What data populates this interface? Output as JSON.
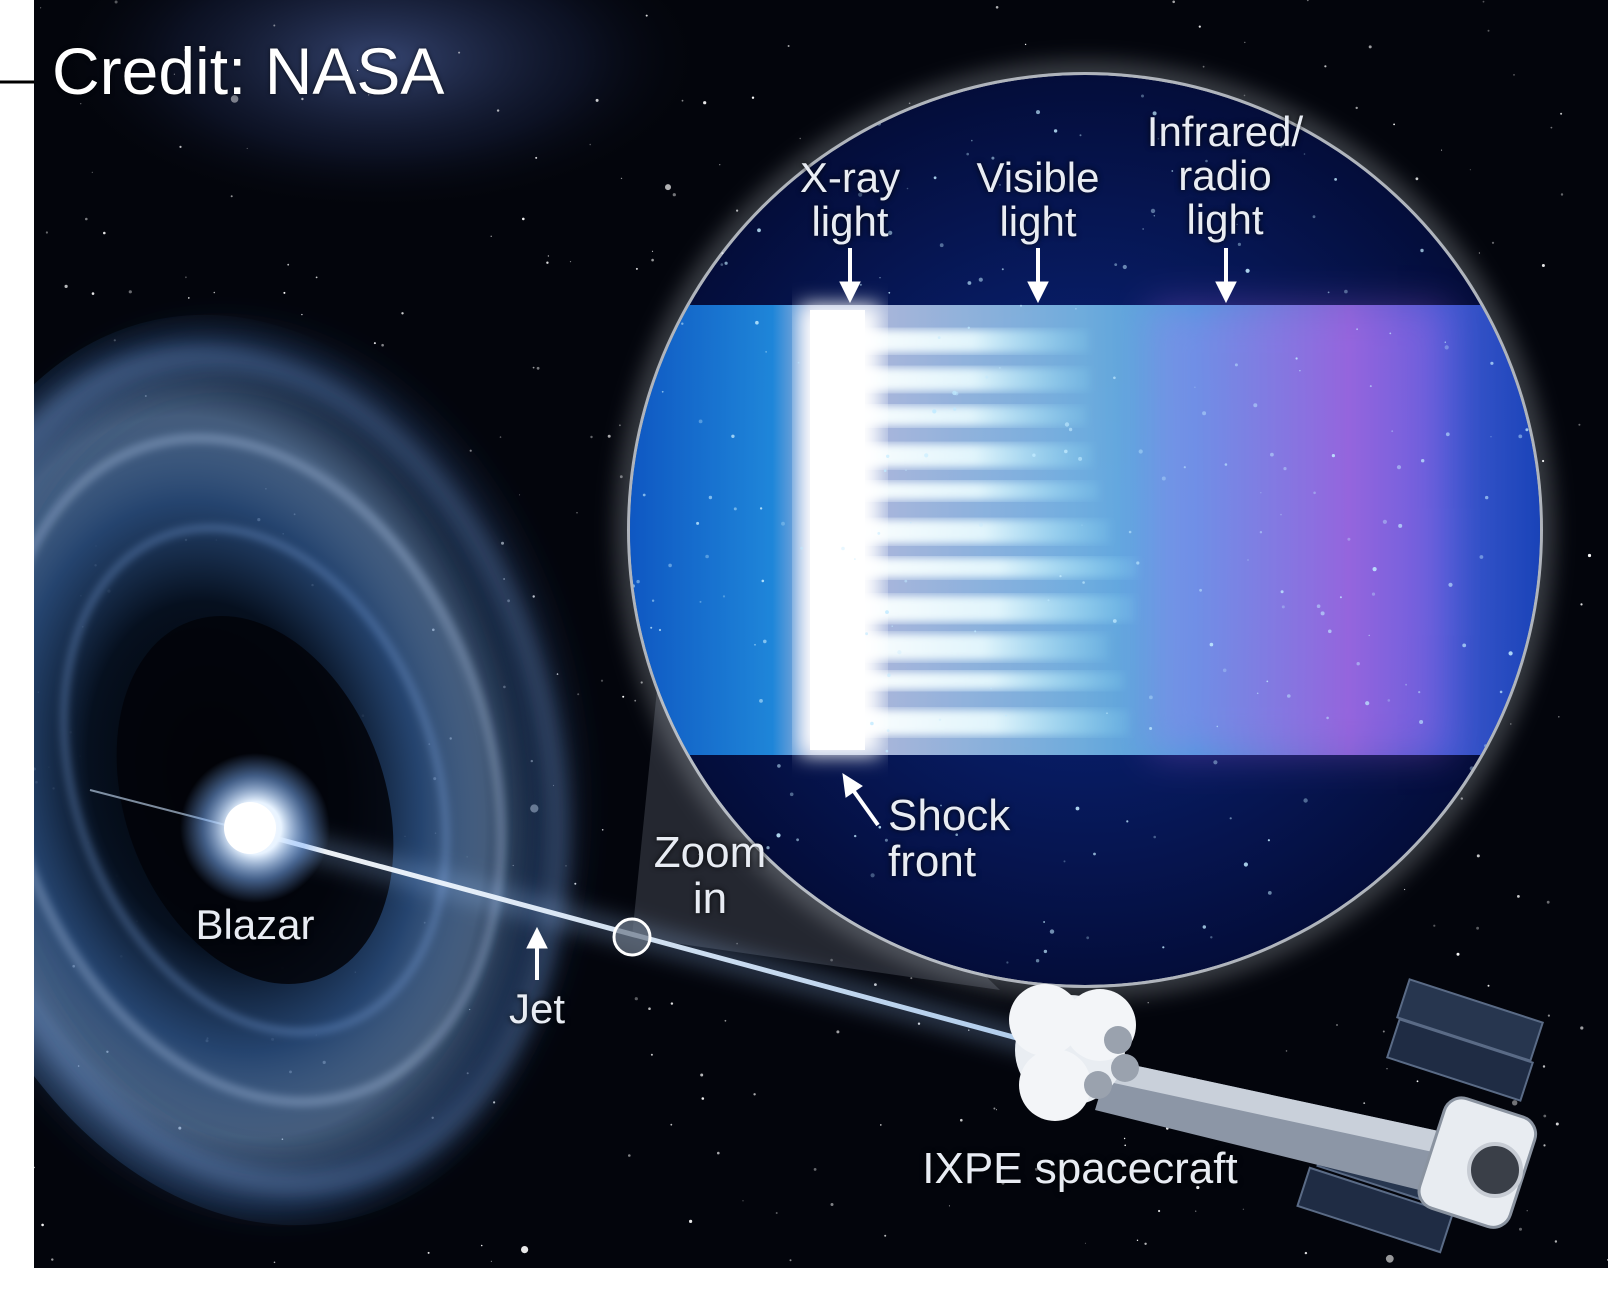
{
  "credit": "Credit: NASA",
  "labels": {
    "xray": [
      "X-ray",
      "light"
    ],
    "visible": [
      "Visible",
      "light"
    ],
    "infrared": [
      "Infrared/",
      "radio",
      "light"
    ],
    "shock": [
      "Shock",
      "front"
    ],
    "zoom": [
      "Zoom",
      "in"
    ],
    "blazar": "Blazar",
    "jet": "Jet",
    "ixpe": "IXPE spacecraft"
  },
  "colors": {
    "space": "#03050c",
    "nebula": "#8fb8ff",
    "jet": "#cfe6ff",
    "xray_band": "#ffffff",
    "visible_band": "#4fd3ff",
    "infrared_band": "#d86cff"
  }
}
